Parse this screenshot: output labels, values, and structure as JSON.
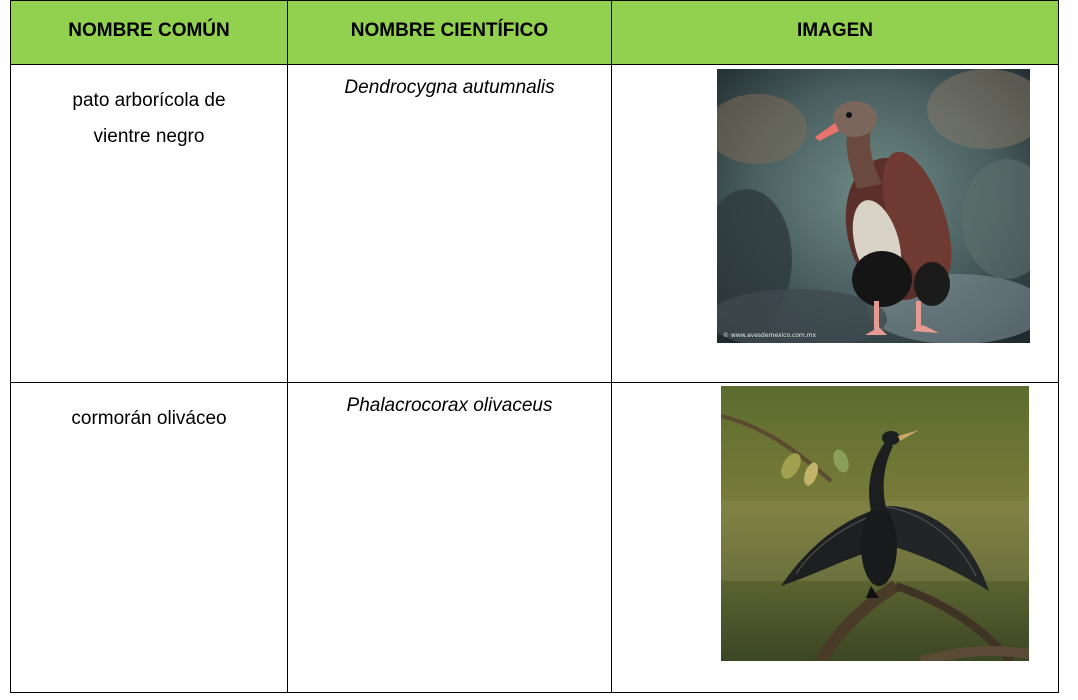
{
  "table": {
    "headers": [
      "NOMBRE COMÚN",
      "NOMBRE CIENTÍFICO",
      "IMAGEN"
    ],
    "header_bg": "#92d050",
    "rows": [
      {
        "common_name_lines": [
          "pato arborícola de",
          "vientre negro"
        ],
        "scientific_name": "Dendrocygna autumnalis",
        "image_desc": "black-bellied whistling duck standing on rocks",
        "watermark": "© www.avesdemexico.com.mx"
      },
      {
        "common_name_lines": [
          "cormorán oliváceo"
        ],
        "scientific_name": "Phalacrocorax olivaceus",
        "image_desc": "neotropic cormorant with spread wings on branch"
      }
    ]
  }
}
